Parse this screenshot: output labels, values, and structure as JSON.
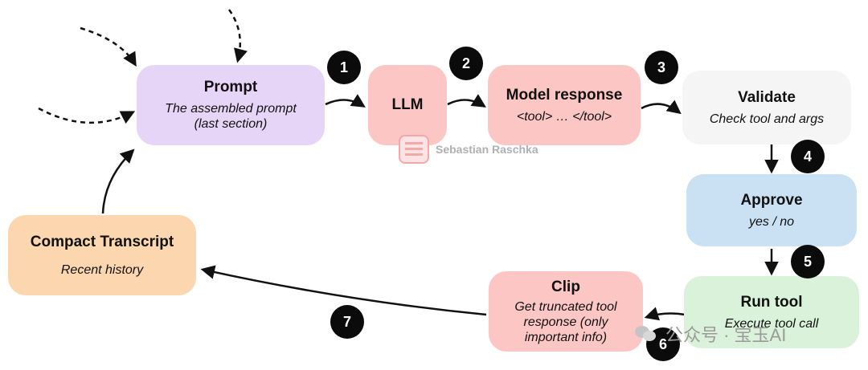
{
  "colors": {
    "prompt": "#e6d5f7",
    "llm": "#fbc6c4",
    "model_response": "#fbc6c4",
    "validate": "#f5f5f5",
    "approve": "#c9e1f3",
    "run_tool": "#d9f2d9",
    "clip": "#fbc6c4",
    "compact": "#fbd6ae",
    "badge": "#0b0b0b",
    "arrow": "#111111"
  },
  "nodes": {
    "prompt": {
      "title": "Prompt",
      "subtitle": "The assembled prompt (last section)"
    },
    "llm": {
      "title": "LLM"
    },
    "model_response": {
      "title": "Model response",
      "subtitle": "<tool> … </tool>"
    },
    "validate": {
      "title": "Validate",
      "subtitle": "Check tool and args"
    },
    "approve": {
      "title": "Approve",
      "subtitle": "yes / no"
    },
    "run_tool": {
      "title": "Run tool",
      "subtitle": "Execute tool call"
    },
    "clip": {
      "title": "Clip",
      "subtitle": "Get truncated tool response (only important info)"
    },
    "compact": {
      "title": "Compact Transcript",
      "subtitle": "Recent history"
    }
  },
  "steps": [
    "1",
    "2",
    "3",
    "4",
    "5",
    "6",
    "7"
  ],
  "credit": {
    "author": "Sebastian Raschka",
    "logo_icon": "book-logo-icon"
  },
  "watermark": {
    "text": "公众号 · 宝玉AI",
    "icon": "wechat-icon"
  }
}
